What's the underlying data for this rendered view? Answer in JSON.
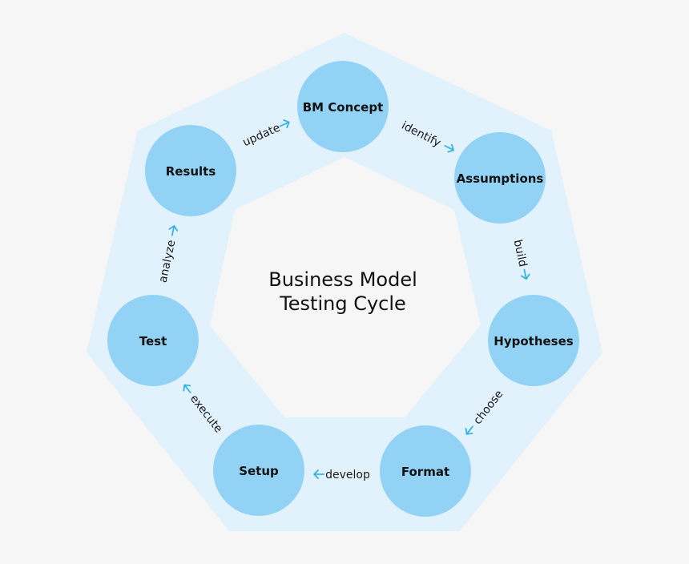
{
  "title": {
    "line1": "Business Model",
    "line2": "Testing Cycle"
  },
  "nodes": {
    "bm_concept": "BM Concept",
    "assumptions": "Assumptions",
    "hypotheses": "Hypotheses",
    "format": "Format",
    "setup": "Setup",
    "test": "Test",
    "results": "Results"
  },
  "edges": {
    "identify": "identify",
    "build": "build",
    "choose": "choose",
    "develop": "develop",
    "execute": "execute",
    "analyze": "analyze",
    "update": "update"
  },
  "colors": {
    "background": "#f6f6f6",
    "ring": "#e2f2fc",
    "node": "#92d3f5",
    "arrow": "#33b3e8"
  }
}
